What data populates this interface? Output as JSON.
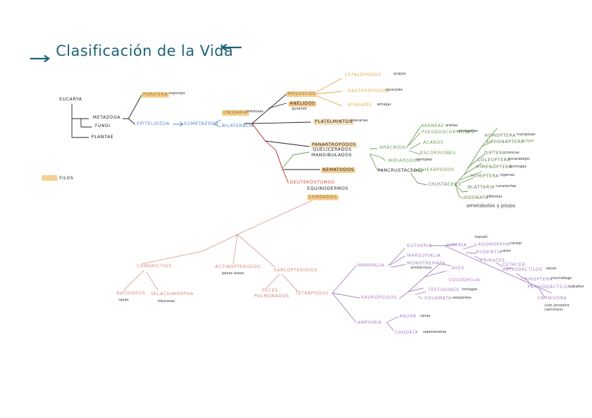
{
  "colors": {
    "title": "#1d6276",
    "black": "#222222",
    "orange": "#e0a848",
    "orange_hl": "#f6cf93",
    "blue": "#4a80c6",
    "green": "#6a9c52",
    "red": "#d04a3c",
    "pink": "#d7847a",
    "pink_line": "#dfaaa0",
    "purple": "#a57fc2",
    "olive": "#5d7d45"
  },
  "title": "Clasificación de la Vida",
  "legend": {
    "label": "FILOS"
  },
  "root": {
    "eucarya": "EUCARYA",
    "metazooa": "METAZOOA",
    "fungi": "FUNGI",
    "plantae": "PLANTAE"
  },
  "basal": {
    "porifera": "PORIFERA",
    "porifera_common": "esponjas",
    "epitelozoa": "EPITELIOZOA",
    "eumetazoos": "EUMETAZOOS",
    "cnidaria": "CNIDARIA",
    "cnidaria_common": "medusas",
    "bilateralia": "BILATERALIA"
  },
  "bilateria": {
    "moluscos": "MOLUSCOS",
    "cefalopodos": "CEFALÓPODOS",
    "cefalopodos_common": "pulpos",
    "gasteropodos": "GASTERÓPODOS",
    "gasteropodos_common": "caracoles",
    "bivalvos": "BIVALVOS",
    "bivalvos_common": "almejas",
    "anelidos": "ANÉLIDOS",
    "anelidos_common": "gusanos",
    "platelmintos": "PLATELMINTOS",
    "platelmintos_common": "planarias",
    "panarthropodos": "PANARTRÓPODOS",
    "queliceraos": "QUELICERADOS",
    "mandibulados": "MANDIBULADOS",
    "nematodos": "NEMATODOS",
    "deuterostomos": "DEUTERÓSTOMOS",
    "equinodermos": "EQUINODERMOS",
    "cordados": "CORDADOS"
  },
  "arthropods": {
    "aracnida": "ARACNIDA",
    "araneae": "ARANEAE",
    "araneae_common": "arañas",
    "pseudoscorpiones": "PSEUDOSCORPIONES",
    "pseudoscorpiones_common": "garrapatas",
    "acaros": "ÁCAROS",
    "escorpiones": "ESCORPIONES",
    "miriapodos": "MIRIÁPODOS",
    "miriapodos_common": "ciempiés",
    "pancrustaceos": "PANCRUSTÁCEOS",
    "hexapodos": "HEXÁPODOS",
    "crustaceos": "CRUSTÁCEOS",
    "homoptera": "HOMOPTERA",
    "homoptera_common": "mariposas",
    "siphonaptera": "SIPHONAPTERA",
    "siphonaptera_common": "pulgas",
    "diptera": "DIPTERA",
    "diptera_common": "moscas",
    "coleoptera": "COLEOPTERA",
    "coleoptera_common": "escarabajos",
    "himenoptera": "HIMENÓPTERA",
    "himenoptera_common": "hormigas",
    "hemiptera": "HEMIPTERA",
    "hemiptera_common": "cigarras",
    "blattaria": "BLATTARIA",
    "blattaria_common": "cucarachas",
    "odonata": "ODONATA",
    "odonata_common": "libélulas",
    "note": "ametabolos y piojos"
  },
  "chordates": {
    "condrictios": "CONDRICTIOS",
    "batoideos": "BATOIDEOS",
    "batoideos_common": "rayas",
    "selachimorpha": "SELACHIMORPHA",
    "selachimorpha_common": "tiburones",
    "actinopterigios": "ACTINOPTERIGIOS",
    "actinopterigios_common": "peces óseos",
    "sarcopterigios": "SARCOPTERIGIOS",
    "peces_pulmonados": "PECES PULMONADOS",
    "tetrapodos": "TETRÁPODOS"
  },
  "tetrapods": {
    "mammalia": "MAMMALIA",
    "sauropsidos": "SAURÓPSIDOS",
    "amphibia": "AMPHIBIA",
    "eutheria": "EUTHERIA",
    "sirenia": "SIRENIA",
    "sirenia_common": "manatí",
    "lagomorpha": "LAGOMORPHA",
    "lagomorpha_common": "conejo",
    "rodentia": "RODENTIA",
    "rodentia_common": "ratón",
    "primates": "PRIMATES",
    "cetacea": "CETÁCEA",
    "artiodactilos": "ARTIODÁCTILOS",
    "artiodactilos_common": "vacas",
    "chiroptera": "CHIROPTERA",
    "chiroptera_common": "murciélago",
    "perisodactilos": "PERISODÁCTILOS",
    "perisodactilos_common": "caballos",
    "carnivora": "CARNIVORA",
    "carnivora_common": "(con ancestro carnívoro)",
    "marsupialia": "MARSUPIALIA",
    "monotremata": "MONOTREMATA",
    "monotremata_common": "ornitorrinco",
    "aves": "AVES",
    "cocodrilia": "COCODRILIA",
    "testudines": "TESTUDINES",
    "testudines_common": "tortugas",
    "squamata": "SQUAMATA",
    "squamata_common": "serpientes",
    "anura": "ANURA",
    "anura_common": "ranas",
    "caudata": "CAUDATA",
    "caudata_common": "salamandras"
  }
}
